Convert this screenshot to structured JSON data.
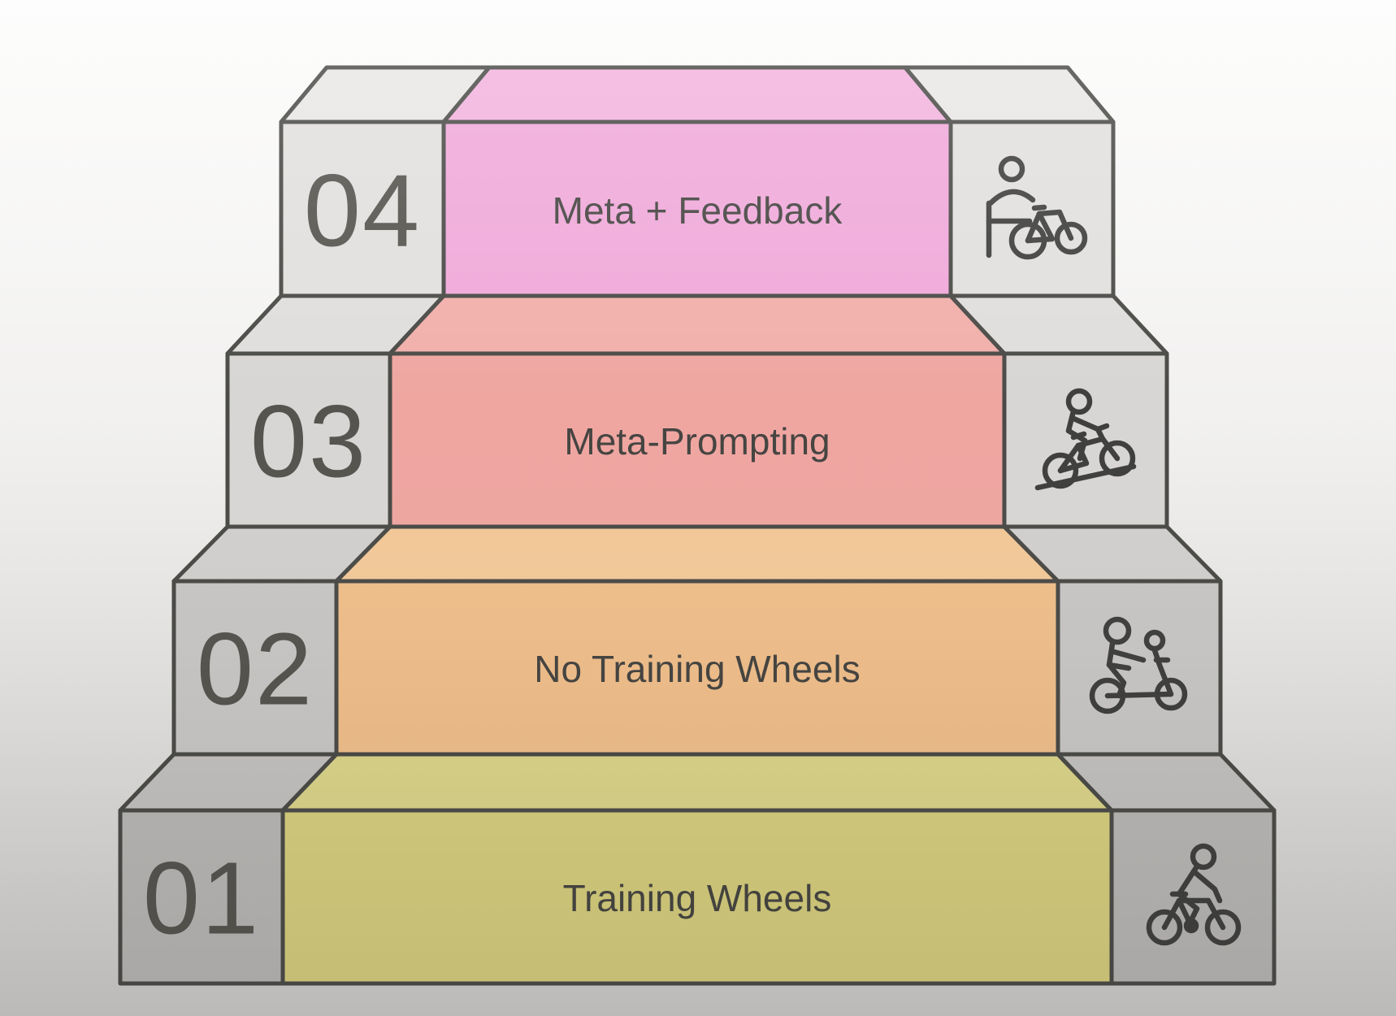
{
  "diagram": {
    "type": "staircase-steps",
    "outline_color": "#4a4a47",
    "label_color": "#454441",
    "number_color": "#55544f",
    "background": {
      "top_color": "#fcfcfb",
      "bottom_color": "#cfcecd"
    },
    "levels": [
      {
        "number": "04",
        "label": "Meta + Feedback",
        "icon": "person-standing-with-bike-icon",
        "front_color": "#f0a9da",
        "top_color": "#f2b3de",
        "side_front_color": "#e2e0de",
        "side_top_color": "#e9e7e5"
      },
      {
        "number": "03",
        "label": "Meta-Prompting",
        "icon": "cyclist-riding-uphill-icon",
        "front_color": "#efa6a1",
        "top_color": "#f1afaa",
        "side_front_color": "#d8d6d4",
        "side_top_color": "#e0dedc"
      },
      {
        "number": "02",
        "label": "No Training Wheels",
        "icon": "adult-child-bike-icon",
        "front_color": "#f0bf8b",
        "top_color": "#f3c999",
        "side_front_color": "#c9c7c5",
        "side_top_color": "#d2d0ce"
      },
      {
        "number": "01",
        "label": "Training Wheels",
        "icon": "cyclist-riding-bike-icon",
        "front_color": "#d8d07e",
        "top_color": "#dcd58a",
        "side_front_color": "#bab8b6",
        "side_top_color": "#c4c2c0"
      }
    ]
  }
}
